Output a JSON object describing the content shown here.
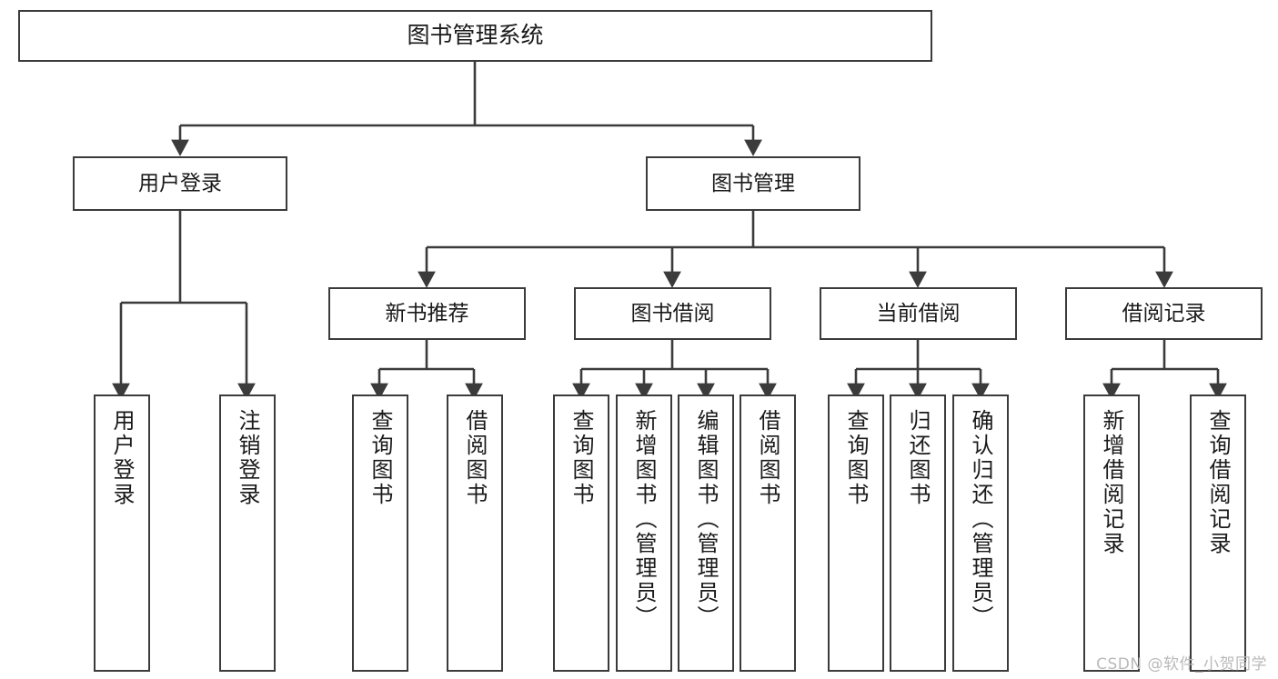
{
  "diagram": {
    "title": "图书管理系统",
    "type": "tree-hierarchy-chart",
    "root": {
      "label": "图书管理系统"
    },
    "level2": [
      {
        "label": "用户登录"
      },
      {
        "label": "图书管理"
      }
    ],
    "level3": [
      {
        "label": "新书推荐"
      },
      {
        "label": "图书借阅"
      },
      {
        "label": "当前借阅"
      },
      {
        "label": "借阅记录"
      }
    ],
    "leaves": {
      "user_login": [
        {
          "label": "用户登录"
        },
        {
          "label": "注销登录"
        }
      ],
      "new_book_recommend": [
        {
          "label": "查询图书"
        },
        {
          "label": "借阅图书"
        }
      ],
      "book_borrow": [
        {
          "label": "查询图书"
        },
        {
          "label": "新增图书（管理员）"
        },
        {
          "label": "编辑图书（管理员）"
        },
        {
          "label": "借阅图书"
        }
      ],
      "current_borrow": [
        {
          "label": "查询图书"
        },
        {
          "label": "归还图书"
        },
        {
          "label": "确认归还（管理员）"
        }
      ],
      "borrow_record": [
        {
          "label": "新增借阅记录"
        },
        {
          "label": "查询借阅记录"
        }
      ]
    }
  },
  "watermark": {
    "text": "CSDN @软件_小贺同学"
  },
  "colors": {
    "border": "#3b3b3b",
    "background": "#ffffff",
    "text": "#1a1a1a",
    "watermark": "#b9b9b9"
  }
}
